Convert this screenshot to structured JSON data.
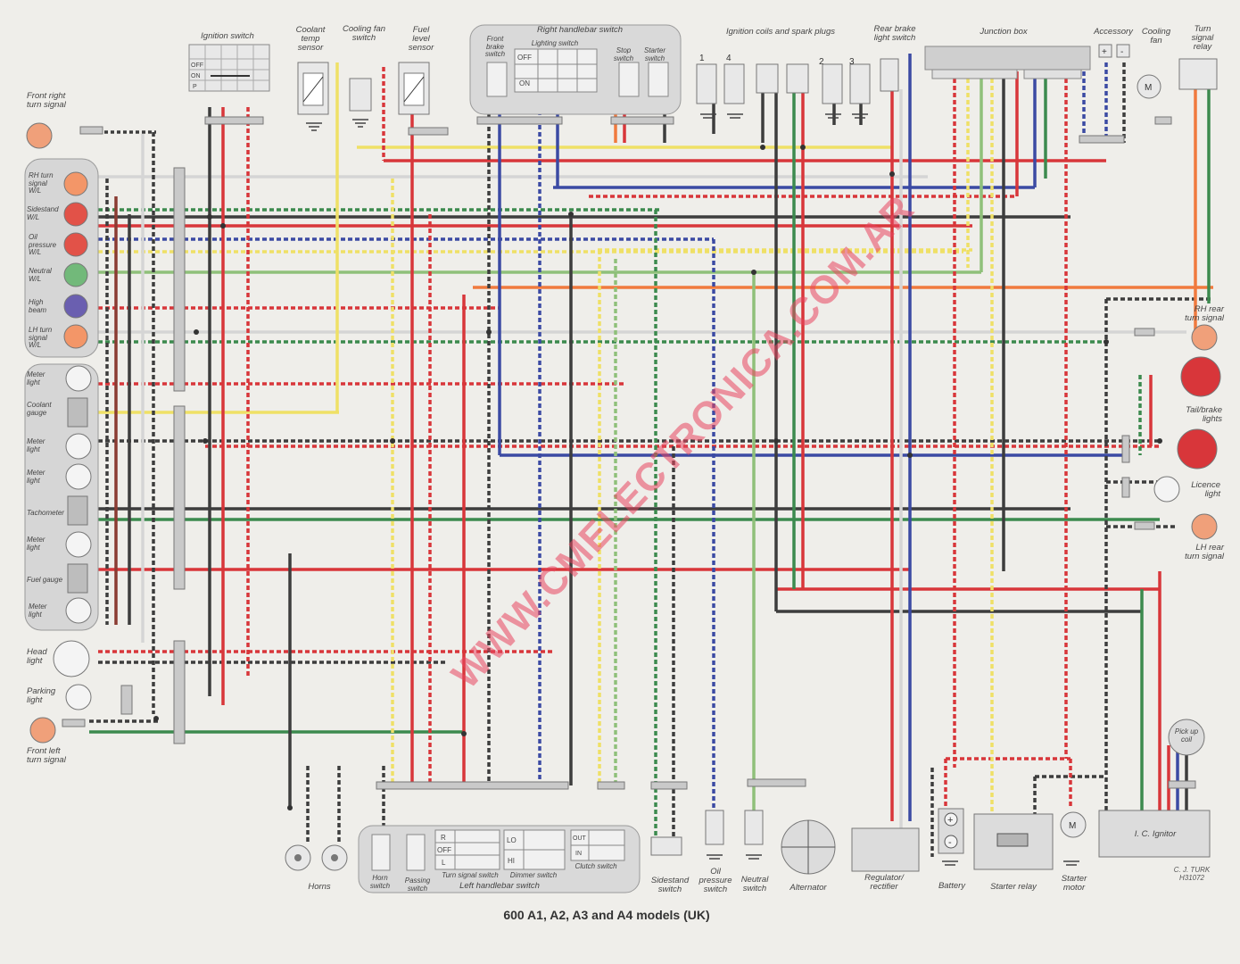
{
  "caption": "600 A1, A2, A3 and A4 models (UK)",
  "watermark": "WWW.CMELECTRONICA.COM.AR",
  "credit_author": "C. J. TURK",
  "credit_code": "H31072",
  "labels": {
    "front_right_turn": "Front right\nturn signal",
    "rh_turn_wl": "RH turn\nsignal\nW/L",
    "sidestand_wl": "Sidestand\nW/L",
    "oil_pressure_wl": "Oil\npressure\nW/L",
    "neutral_wl": "Neutral\nW/L",
    "high_beam": "High\nbeam",
    "lh_turn_wl": "LH turn\nsignal\nW/L",
    "meter_light_1": "Meter\nlight",
    "coolant_gauge": "Coolant\ngauge",
    "meter_light_2": "Meter\nlight",
    "meter_light_3": "Meter\nlight",
    "tachometer": "Tachometer",
    "meter_light_4": "Meter\nlight",
    "fuel_gauge": "Fuel gauge",
    "meter_light_5": "Meter\nlight",
    "head_light": "Head\nlight",
    "parking_light": "Parking\nlight",
    "front_left_turn": "Front left\nturn signal",
    "ignition_switch": "Ignition switch",
    "coolant_temp_sensor": "Coolant\ntemp\nsensor",
    "cooling_fan_switch": "Cooling fan\nswitch",
    "fuel_level_sensor": "Fuel\nlevel\nsensor",
    "right_handlebar_switch": "Right handlebar switch",
    "front_brake_switch": "Front\nbrake\nswitch",
    "lighting_switch": "Lighting switch",
    "stop_switch": "Stop\nswitch",
    "starter_switch": "Starter\nswitch",
    "ignition_coils": "Ignition coils and spark plugs",
    "rear_brake_switch": "Rear brake\nlight switch",
    "junction_box": "Junction box",
    "accessory": "Accessory",
    "cooling_fan": "Cooling\nfan",
    "turn_signal_relay": "Turn\nsignal\nrelay",
    "rh_rear_turn": "RH rear\nturn signal",
    "tail_brake": "Tail/brake\nlights",
    "licence_light": "Licence\nlight",
    "lh_rear_turn": "LH rear\nturn signal",
    "pick_up_coil": "Pick up\ncoil",
    "ic_ignitor": "I. C. Ignitor",
    "horns": "Horns",
    "horn_switch": "Horn\nswitch",
    "passing_switch": "Passing\nswitch",
    "turn_signal_switch": "Turn signal switch",
    "dimmer_switch": "Dimmer switch",
    "clutch_switch": "Clutch switch",
    "left_handlebar_switch": "Left handlebar switch",
    "sidestand_switch": "Sidestand\nswitch",
    "oil_pressure_switch": "Oil\npressure\nswitch",
    "neutral_switch": "Neutral\nswitch",
    "alternator": "Alternator",
    "regulator_rectifier": "Regulator/\nrectifier",
    "battery": "Battery",
    "starter_relay": "Starter relay",
    "starter_motor": "Starter\nmotor"
  },
  "switch_marks": {
    "ign_off": "OFF",
    "ign_on": "ON",
    "ign_p": "P",
    "light_off": "OFF",
    "light_on": "ON",
    "turn_r": "R",
    "turn_off": "OFF",
    "turn_l": "L",
    "dim_lo": "LO",
    "dim_hi": "HI",
    "clutch_out": "OUT",
    "clutch_in": "IN",
    "coil_1": "1",
    "coil_4": "4",
    "coil_2": "2",
    "coil_3": "3",
    "motor_m": "M"
  },
  "colors": {
    "red": "#d8363a",
    "black": "#3d3d3d",
    "brown": "#8a3b32",
    "blue": "#3b4aa3",
    "green": "#3c8a4e",
    "lightgreen": "#8fc07a",
    "yellow": "#efe066",
    "white": "#d5d5d5",
    "orange": "#f07a3e",
    "grey": "#8a8a8a",
    "purple": "#6b4fa0"
  }
}
